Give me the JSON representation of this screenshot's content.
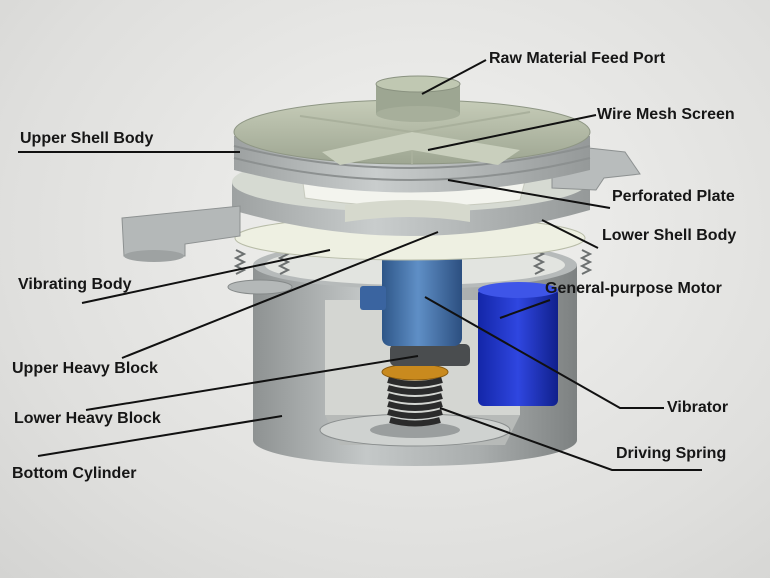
{
  "labels": {
    "raw_material_feed_port": "Raw Material Feed Port",
    "wire_mesh_screen": "Wire Mesh Screen",
    "upper_shell_body": "Upper Shell Body",
    "perforated_plate": "Perforated Plate",
    "lower_shell_body": "Lower Shell Body",
    "vibrating_body": "Vibrating Body",
    "general_purpose_motor": "General-purpose Motor",
    "upper_heavy_block": "Upper Heavy Block",
    "vibrator": "Vibrator",
    "lower_heavy_block": "Lower Heavy Block",
    "driving_spring": "Driving Spring",
    "bottom_cylinder": "Bottom Cylinder"
  },
  "colors": {
    "label_text": "#161616",
    "leader_line": "#111111",
    "shell_green_gray": "#a8b09c",
    "shell_gray": "#b9bdbd",
    "motor_blue": "#3f6fa6",
    "side_motor_blue": "#1f33c8",
    "spring_dark": "#2b2b2b",
    "spring_ring_orange": "#c98a1e"
  }
}
